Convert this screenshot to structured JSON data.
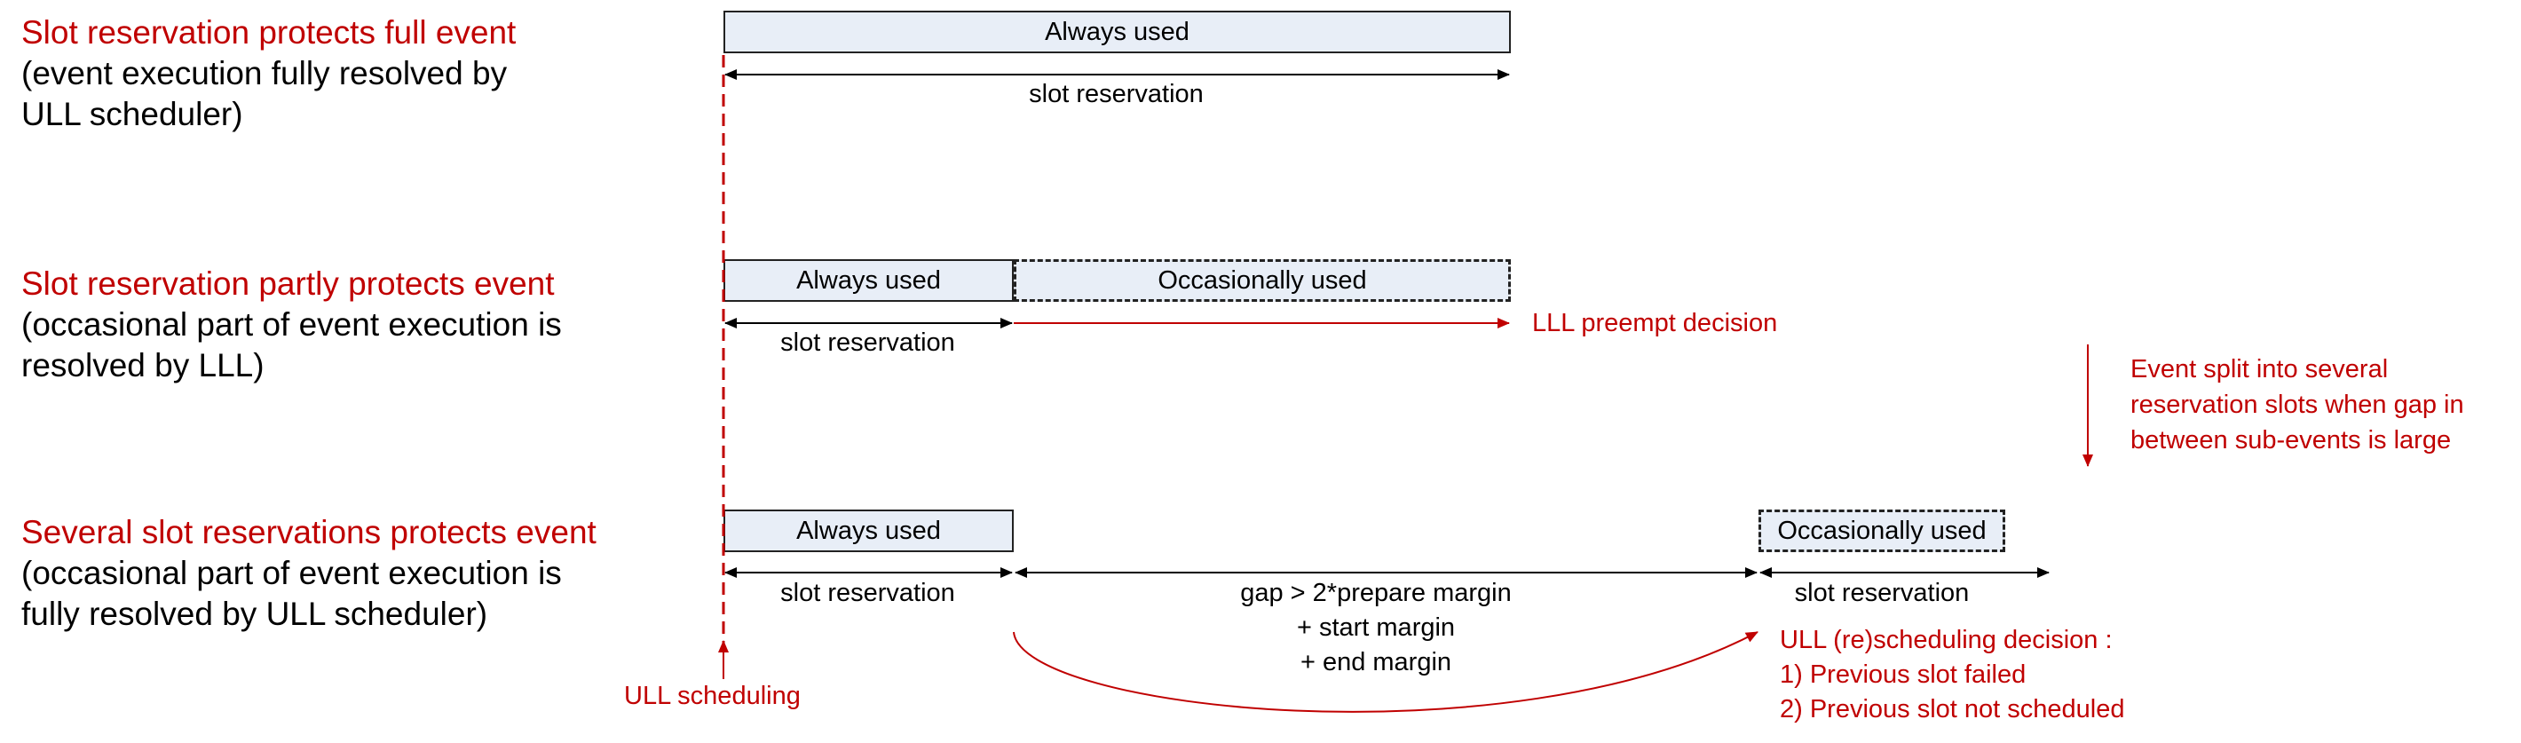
{
  "colors": {
    "accent_red": "#c00000",
    "box_fill": "#e8eef7",
    "border": "#222222"
  },
  "rows": [
    {
      "title": "Slot reservation protects full event",
      "desc": [
        "(event execution fully resolved by",
        "ULL scheduler)"
      ]
    },
    {
      "title": "Slot reservation partly protects event",
      "desc": [
        "(occasional part of event execution is",
        "resolved by LLL)"
      ]
    },
    {
      "title": "Several slot reservations protects event",
      "desc": [
        "(occasional part of event execution is",
        "fully resolved by ULL scheduler)"
      ]
    }
  ],
  "labels": {
    "always_used": "Always used",
    "occasionally_used": "Occasionally used",
    "slot_reservation": "slot reservation",
    "lll_preempt": "LLL preempt decision",
    "gap": [
      "gap > 2*prepare margin",
      "+ start margin",
      "+ end margin"
    ],
    "ull_scheduling": "ULL scheduling",
    "ull_decision": [
      "ULL (re)scheduling decision :",
      "1) Previous slot failed",
      "2) Previous slot not scheduled"
    ],
    "split_note": [
      "Event split into several",
      "reservation slots when gap in",
      "between sub-events is large"
    ]
  }
}
